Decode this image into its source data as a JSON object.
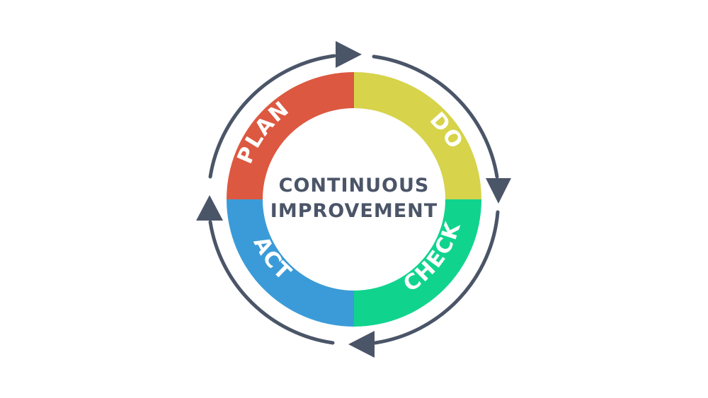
{
  "center": {
    "line1": "CONTINUOUS",
    "line2": "IMPROVEMENT"
  },
  "segments": [
    {
      "label": "PLAN",
      "color": "#dd5840"
    },
    {
      "label": "DO",
      "color": "#d7d34b"
    },
    {
      "label": "CHECK",
      "color": "#10d48e"
    },
    {
      "label": "ACT",
      "color": "#3b9bd8"
    }
  ],
  "arrow_color": "#4b5568",
  "text_color": "#4b5568"
}
